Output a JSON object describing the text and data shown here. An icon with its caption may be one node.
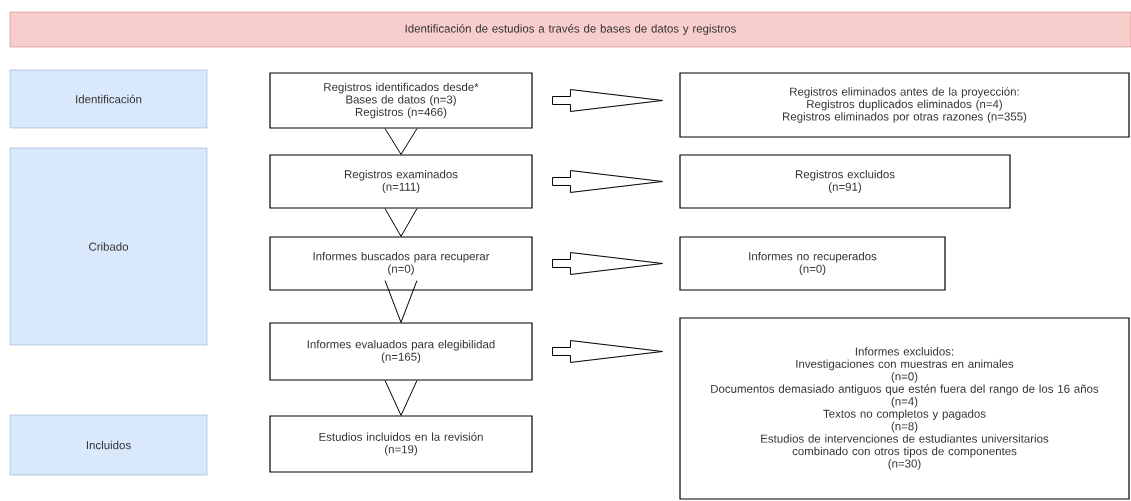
{
  "diagram": {
    "nodes": [
      {
        "text": [
          "Identificación de estudios a través de bases de datos y registros"
        ]
      },
      {
        "text": [
          "Identificación"
        ]
      },
      {
        "text": [
          "Cribado"
        ]
      },
      {
        "text": [
          "Incluidos"
        ]
      },
      {
        "text": [
          "Registros identificados desde*",
          "Bases de datos (n=3)",
          "Registros (n=466)"
        ]
      },
      {
        "text": [
          "Registros eliminados antes de la proyección:",
          "Registros duplicados eliminados (n=4)",
          "Registros eliminados por otras razones (n=355)"
        ]
      },
      {
        "text": [
          "Registros examinados",
          "(n=111)"
        ]
      },
      {
        "text": [
          "Registros excluidos",
          "(n=91)"
        ]
      },
      {
        "text": [
          "Informes buscados para recuperar",
          "(n=0)"
        ]
      },
      {
        "text": [
          "Informes no recuperados",
          "(n=0)"
        ]
      },
      {
        "text": [
          "Informes evaluados para elegibilidad",
          "(n=165)"
        ]
      },
      {
        "text": [
          "Informes excluidos:",
          "Investigaciones con muestras en animales",
          "(n=0)",
          "Documentos demasiado antiguos que estén fuera del rango de los 16 años",
          "(n=4)",
          "Textos no completos y pagados",
          "(n=8)",
          "Estudios de intervenciones de estudiantes universitarios combinado con otros tipos de componentes",
          "(n=30)"
        ]
      },
      {
        "text": [
          "Estudios incluidos en la revisión",
          "(n=19)"
        ]
      }
    ],
    "edges": [
      {
        "from": 4,
        "to": 5,
        "arrow": "to"
      },
      {
        "from": 4,
        "to": 6,
        "arrow": "to"
      },
      {
        "from": 6,
        "to": 7,
        "arrow": "to"
      },
      {
        "from": 6,
        "to": 8,
        "arrow": "to"
      },
      {
        "from": 8,
        "to": 9,
        "arrow": "to"
      },
      {
        "from": 8,
        "to": 10,
        "arrow": "to"
      },
      {
        "from": 10,
        "to": 11,
        "arrow": "to"
      },
      {
        "from": 10,
        "to": 12,
        "arrow": "to"
      }
    ]
  }
}
